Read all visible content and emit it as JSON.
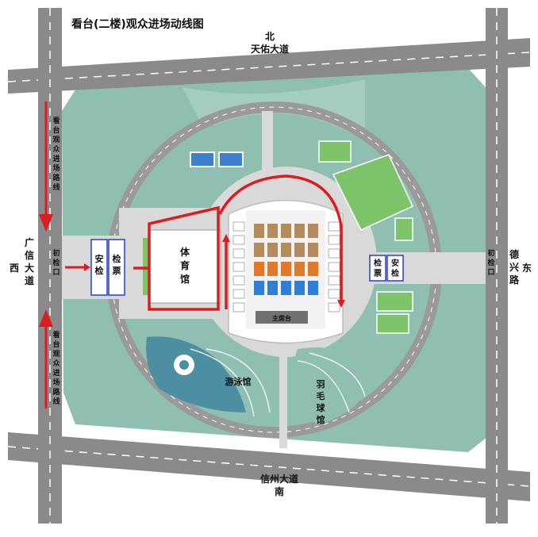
{
  "title": "看台(二楼)观众进场动线图",
  "compass": {
    "north": "北",
    "south": "南",
    "west": "西",
    "east": "东"
  },
  "roads": {
    "north": "天佑大道",
    "south": "信州大道",
    "west": "广信大道",
    "east": "德兴路"
  },
  "entry_points": {
    "west": "初检口",
    "east": "初检口"
  },
  "west_route_label": "看台观众进场路线",
  "checkpoints": {
    "security": "安检",
    "ticket": "检票"
  },
  "buildings": {
    "gymnasium": "体育馆",
    "natatorium": "游泳馆",
    "badminton": "羽毛球馆",
    "stage": "主席台"
  },
  "colors": {
    "background": "#ffffff",
    "road": "#8a8a8a",
    "road_line": "#ffffff",
    "park": "#8fbfb0",
    "ring_road": "#9a9a9a",
    "plaza": "#d9d9d9",
    "route_red": "#d81e1e",
    "checkpoint_blue": "#2b3ec9",
    "field_green": "#7cc36a",
    "pool_blue": "#4d8fa2",
    "seat_brown": "#b38b5d",
    "seat_orange": "#e07a2a",
    "seat_blue": "#2f7fd6"
  }
}
